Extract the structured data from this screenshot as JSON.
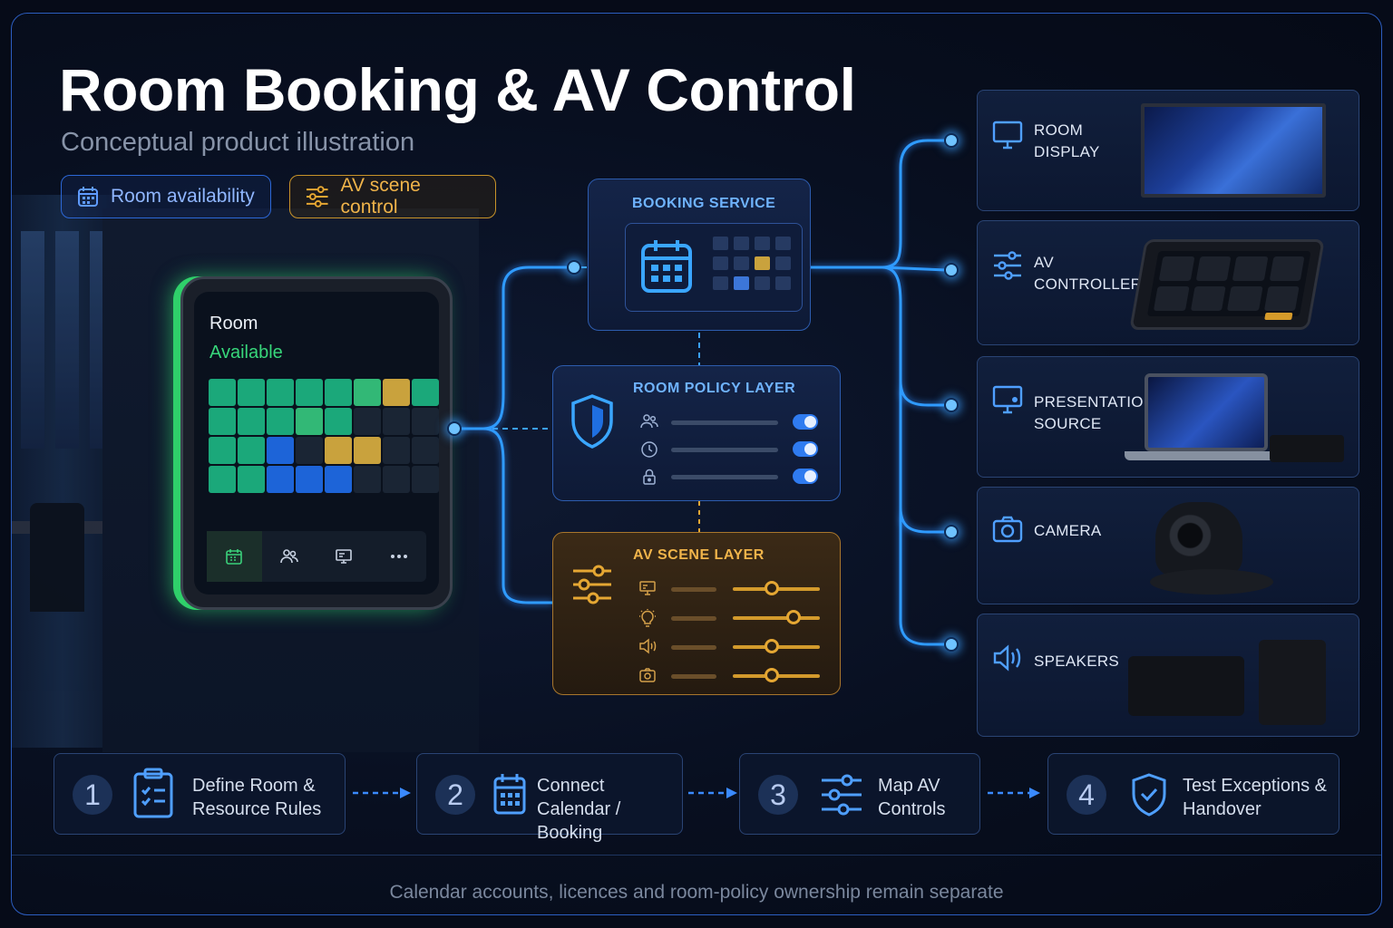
{
  "header": {
    "title": "Room Booking & AV Control",
    "subtitle": "Conceptual product illustration"
  },
  "pills": {
    "availability": "Room availability",
    "scene": "AV scene control"
  },
  "tablet": {
    "room_label": "Room",
    "status": "Available"
  },
  "booking_service": {
    "title": "BOOKING SERVICE"
  },
  "policy_layer": {
    "title": "ROOM POLICY LAYER"
  },
  "av_layer": {
    "title": "AV SCENE LAYER",
    "sliders": [
      0.45,
      0.7,
      0.45,
      0.45
    ]
  },
  "devices": [
    {
      "label": "ROOM\nDISPLAY",
      "icon": "monitor-icon"
    },
    {
      "label": "AV\nCONTROLLER",
      "icon": "sliders-icon"
    },
    {
      "label": "PRESENTATION\nSOURCE",
      "icon": "screen-share-icon"
    },
    {
      "label": "CAMERA",
      "icon": "camera-icon"
    },
    {
      "label": "SPEAKERS",
      "icon": "speaker-icon"
    }
  ],
  "steps": [
    {
      "num": "1",
      "label": "Define Room &\nResource Rules"
    },
    {
      "num": "2",
      "label": "Connect Calendar /\nBooking"
    },
    {
      "num": "3",
      "label": "Map AV\nControls"
    },
    {
      "num": "4",
      "label": "Test Exceptions &\nHandover"
    }
  ],
  "footer": "Calendar accounts, licences and room-policy ownership remain separate",
  "colors": {
    "accent_blue": "#2f7bf0",
    "accent_amber": "#e5a733",
    "available_green": "#37d67a"
  }
}
